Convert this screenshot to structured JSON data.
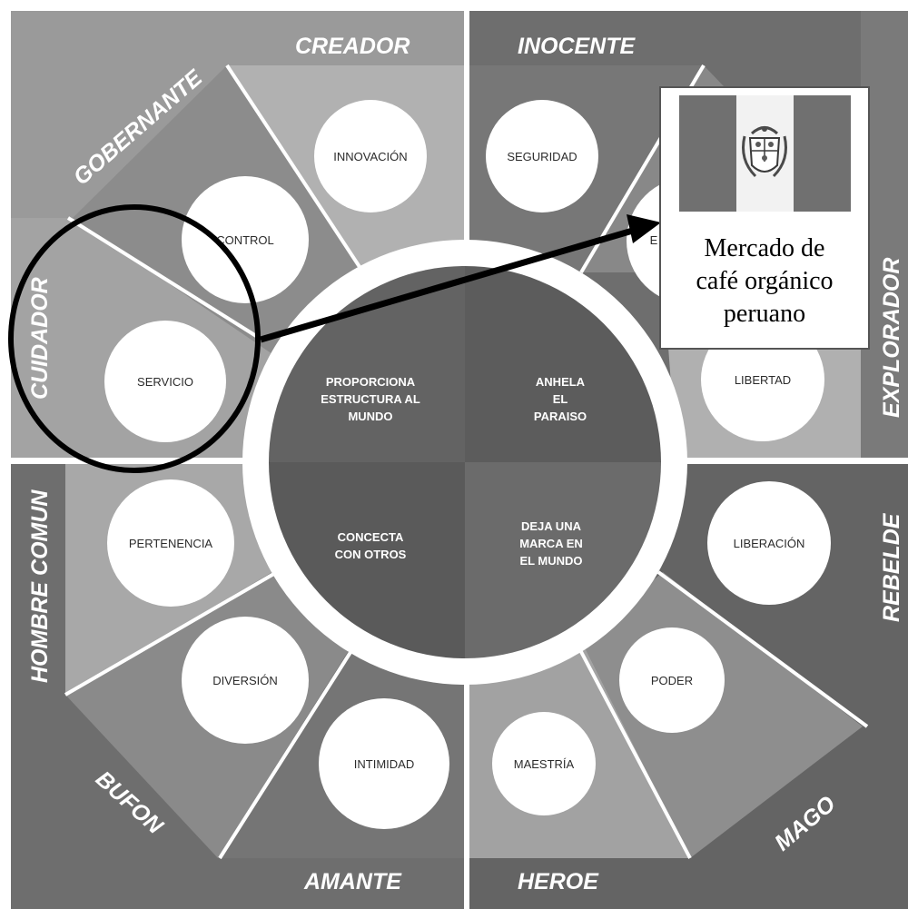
{
  "archetypes": {
    "creador": "CREADOR",
    "inocente": "INOCENTE",
    "gobernante": "GOBERNANTE",
    "cuidador": "CUIDADOR",
    "explorador": "EXPLORADOR",
    "hombre_comun": "HOMBRE COMUN",
    "rebelde": "REBELDE",
    "bufon": "BUFON",
    "mago": "MAGO",
    "amante": "AMANTE",
    "heroe": "HEROE"
  },
  "values": {
    "innovacion": "INNOVACIÓN",
    "seguridad": "SEGURIDAD",
    "control": "CONTROL",
    "conocimiento_partial": "E",
    "servicio": "SERVICIO",
    "libertad": "LIBERTAD",
    "pertenencia": "PERTENENCIA",
    "liberacion": "LIBERACIÓN",
    "diversion": "DIVERSIÓN",
    "poder": "PODER",
    "intimidad": "INTIMIDAD",
    "maestria": "MAESTRÍA"
  },
  "motivations": {
    "estructura": [
      "PROPORCIONA",
      "ESTRUCTURA AL",
      "MUNDO"
    ],
    "paraiso": [
      "ANHELA",
      "EL",
      "PARAISO"
    ],
    "conecta": [
      "CONCECTA",
      "CON OTROS"
    ],
    "marca": [
      "DEJA UNA",
      "MARCA EN",
      "EL MUNDO"
    ]
  },
  "callout": {
    "caption": [
      "Mercado de",
      "café orgánico",
      "peruano"
    ],
    "flag_icon": "peru-flag-with-coat-of-arms",
    "flag_colors": {
      "red": "#707070",
      "white": "#f2f2f2"
    }
  },
  "colors": {
    "tl_base": "#a4a4a4",
    "tr_base": "#7c7c7c",
    "bl_base": "#6e6e6e",
    "br_base": "#636363",
    "ring": "#ffffff",
    "dark_quarter": "#5e5e5e",
    "mid_quarter": "#6a6a6a"
  }
}
